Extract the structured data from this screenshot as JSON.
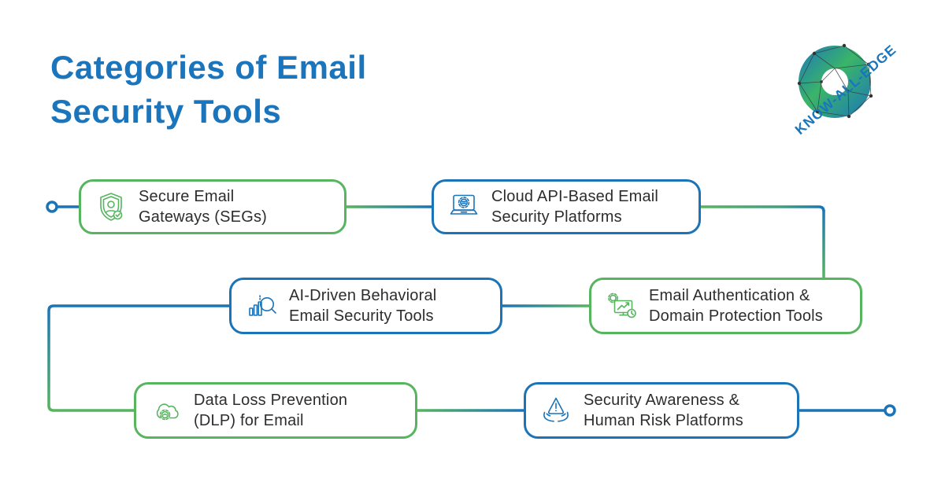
{
  "page": {
    "background": "#ffffff"
  },
  "title": {
    "line1": "Categories of Email",
    "line2": "Security Tools",
    "color": "#1b75bc"
  },
  "logo": {
    "brand": "KNOW-ALL-EDGE"
  },
  "colors": {
    "green": "#57b45f",
    "blue": "#1b74b8",
    "label_text": "#2d2d2d"
  },
  "flow": {
    "start_marker": "open-circle",
    "end_marker": "open-circle",
    "style": "blue-green gradient connectors"
  },
  "nodes": [
    {
      "id": 1,
      "line1": "Secure Email",
      "line2": "Gateways (SEGs)",
      "accent": "green",
      "icon": "shield-user-check-icon"
    },
    {
      "id": 2,
      "line1": "Cloud API-Based Email",
      "line2": "Security Platforms",
      "accent": "blue",
      "icon": "laptop-gear-icon"
    },
    {
      "id": 3,
      "line1": "AI-Driven Behavioral",
      "line2": "Email Security Tools",
      "accent": "blue",
      "icon": "chart-magnifier-icon"
    },
    {
      "id": 4,
      "line1": "Email Authentication &",
      "line2": "Domain Protection Tools",
      "accent": "green",
      "icon": "monitor-gear-clock-icon"
    },
    {
      "id": 5,
      "line1": "Data Loss Prevention",
      "line2": "(DLP) for Email",
      "accent": "green",
      "icon": "cloud-gear-icon"
    },
    {
      "id": 6,
      "line1": "Security Awareness &",
      "line2": "Human Risk Platforms",
      "accent": "blue",
      "icon": "hands-shield-alert-icon"
    }
  ]
}
